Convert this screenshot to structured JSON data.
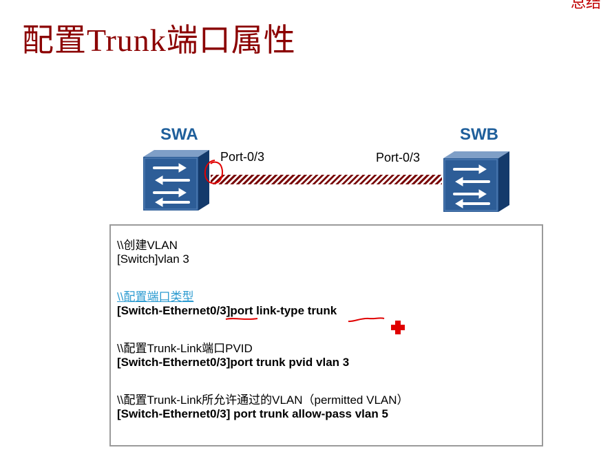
{
  "corner_text": "总结",
  "title": "配置Trunk端口属性",
  "topology": {
    "left_switch_label": "SWA",
    "right_switch_label": "SWB",
    "left_port_label": "Port-0/3",
    "right_port_label": "Port-0/3"
  },
  "config": {
    "lines": [
      "\\\\创建VLAN",
      "[Switch]vlan 3",
      "\\\\配置端口类型",
      "[Switch-Ethernet0/3]port link-type trunk",
      "\\\\配置Trunk-Link端口PVID",
      "[Switch-Ethernet0/3]port trunk pvid vlan 3",
      "\\\\配置Trunk-Link所允许通过的VLAN（permitted VLAN）",
      "[Switch-Ethernet0/3] port trunk allow-pass vlan 5"
    ]
  },
  "colors": {
    "title": "#8b0000",
    "device_label": "#1f5f9b",
    "link_text": "#2a9ad0",
    "annotation": "#e00000"
  }
}
